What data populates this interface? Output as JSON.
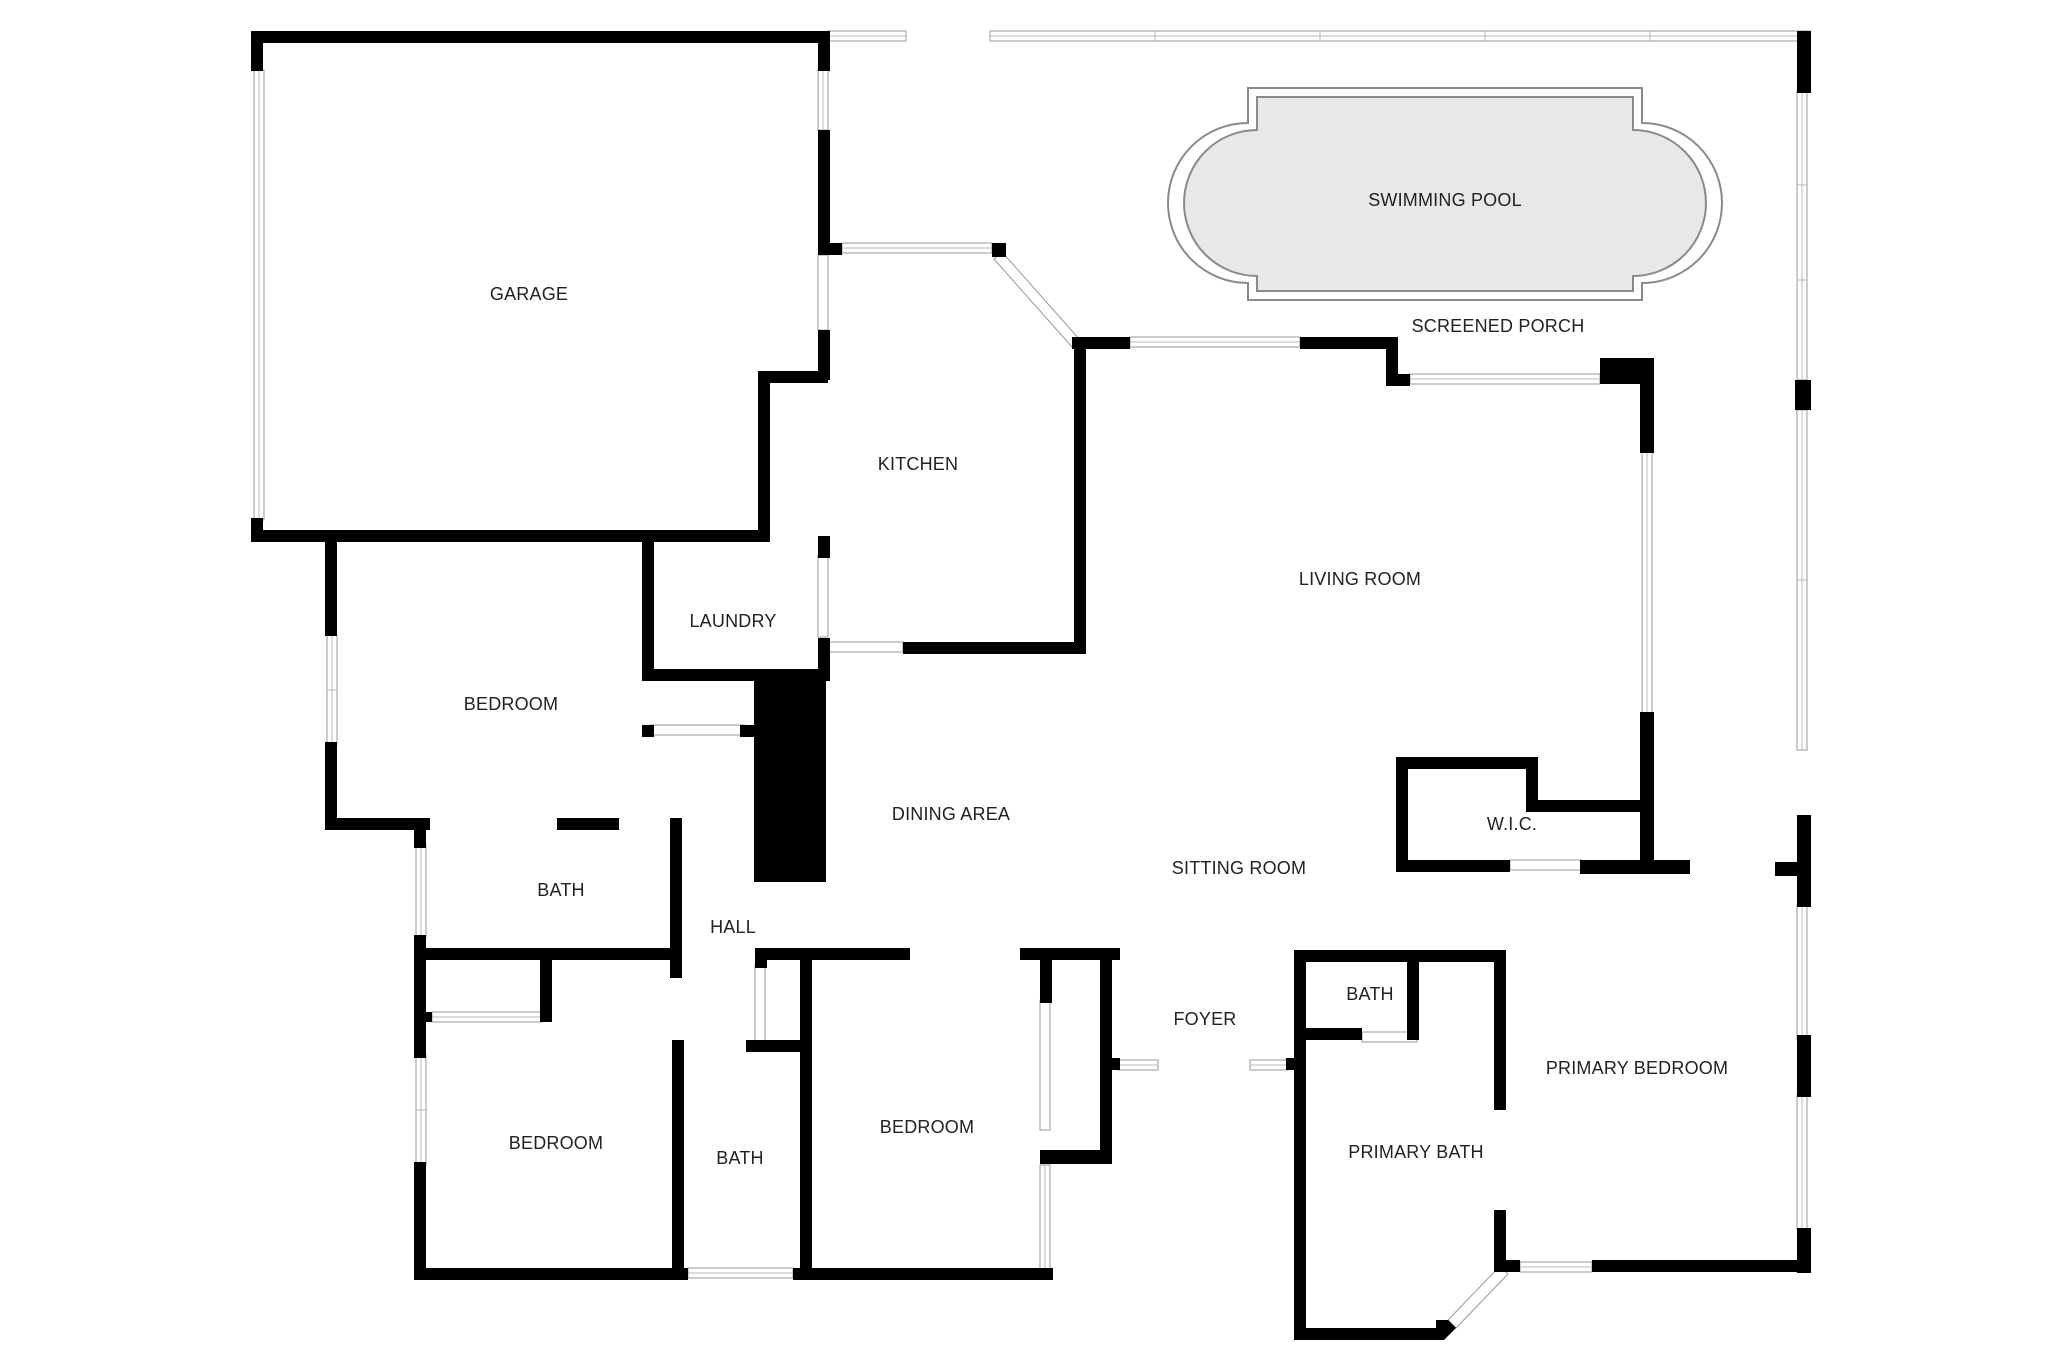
{
  "rooms": {
    "garage": "GARAGE",
    "swimming_pool": "SWIMMING POOL",
    "screened_porch": "SCREENED PORCH",
    "kitchen": "KITCHEN",
    "living_room": "LIVING ROOM",
    "laundry": "LAUNDRY",
    "bedroom_1": "BEDROOM",
    "dining_area": "DINING AREA",
    "wic": "W.I.C.",
    "sitting_room": "SITTING ROOM",
    "bath_1": "BATH",
    "hall": "HALL",
    "bath_2": "BATH",
    "foyer": "FOYER",
    "bedroom_2": "BEDROOM",
    "bath_3": "BATH",
    "bedroom_3": "BEDROOM",
    "primary_bedroom": "PRIMARY BEDROOM",
    "primary_bath": "PRIMARY BATH"
  },
  "colors": {
    "wall": "#000000",
    "pool_water": "#e8e8e8",
    "background": "#ffffff"
  }
}
